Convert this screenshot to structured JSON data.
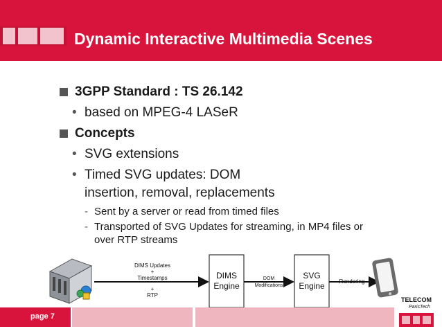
{
  "slide": {
    "title": "Dynamic Interactive Multimedia Scenes",
    "page_label": "page 7"
  },
  "content": {
    "item1": "3GPP Standard : TS 26.142",
    "item1_sub1": "based on MPEG-4 LASeR",
    "item2": "Concepts",
    "item2_sub1": "SVG extensions",
    "item2_sub2a": "Timed SVG updates: DOM",
    "item2_sub2b": "insertion, removal, replacements",
    "item2_sub2_detail1": "Sent by a server or read from timed files",
    "item2_sub2_detail2a": "Transported of SVG Updates for streaming, in MP4 files or",
    "item2_sub2_detail2b": "over RTP streams"
  },
  "diagram": {
    "input_l1": "DIMS Updates",
    "input_l2": "+",
    "input_l3": "Timestamps",
    "input_l4": "+",
    "input_l5": "RTP",
    "engine1_l1": "DIMS",
    "engine1_l2": "Engine",
    "mid_l1": "DOM",
    "mid_l2": "Modifications",
    "engine2_l1": "SVG",
    "engine2_l2": "Engine",
    "output": "Rendering"
  },
  "logo": {
    "line1": "TELECOM",
    "line2": "ParisTech"
  },
  "colors": {
    "brand_red": "#d8143c",
    "footer_pink": "#f0b6c0"
  }
}
